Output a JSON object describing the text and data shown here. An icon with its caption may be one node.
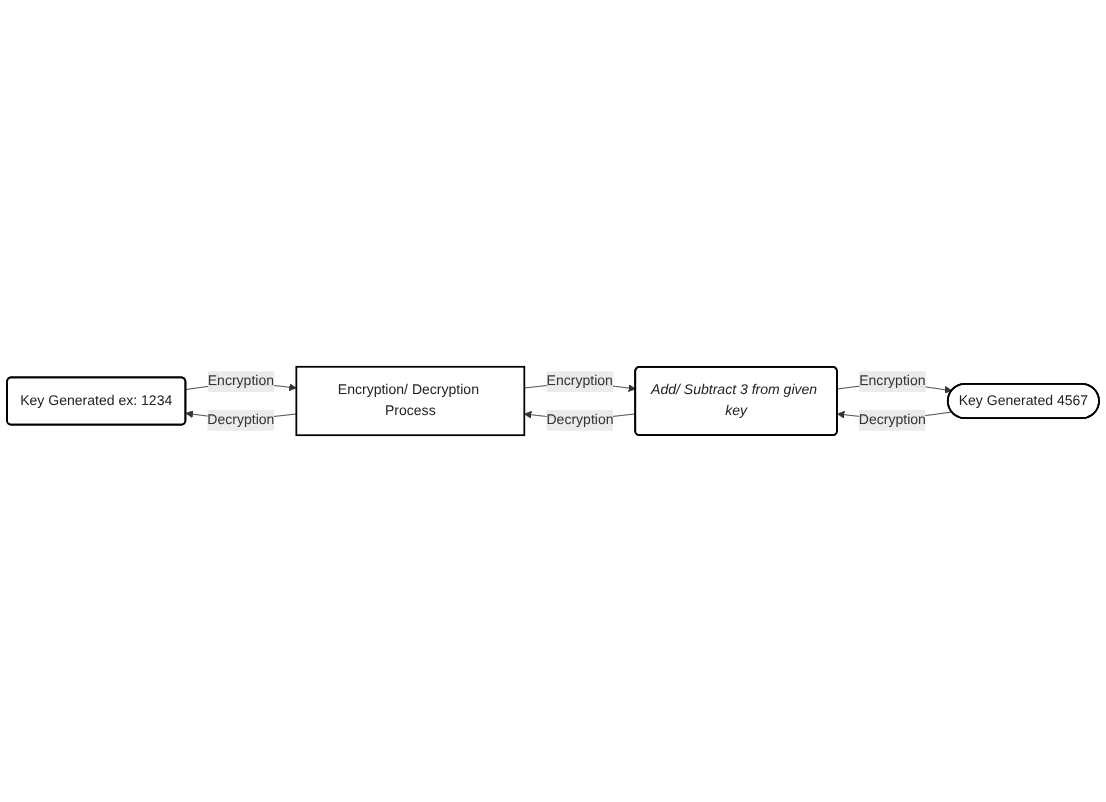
{
  "diagram": {
    "nodes": [
      {
        "text": [
          "Key Generated ex: 1234"
        ]
      },
      {
        "text": [
          "Encryption/ Decryption Process"
        ]
      },
      {
        "text": [
          "Key Generated 4567"
        ]
      },
      {
        "text": [
          "Add/ Subtract 3 from given key"
        ]
      }
    ],
    "edges": [
      {
        "from": 0,
        "to": 1,
        "arrow": "to",
        "label": "Encryption"
      },
      {
        "from": 1,
        "to": 0,
        "arrow": "to",
        "label": "Decryption"
      },
      {
        "from": 3,
        "to": 1,
        "arrow": "to",
        "label": "Decryption"
      },
      {
        "from": 1,
        "to": 3,
        "arrow": "to",
        "label": "Encryption"
      },
      {
        "from": 2,
        "to": 3,
        "arrow": "to",
        "label": "Decryption"
      },
      {
        "from": 3,
        "to": 2,
        "arrow": "to",
        "label": "Encryption"
      }
    ]
  }
}
